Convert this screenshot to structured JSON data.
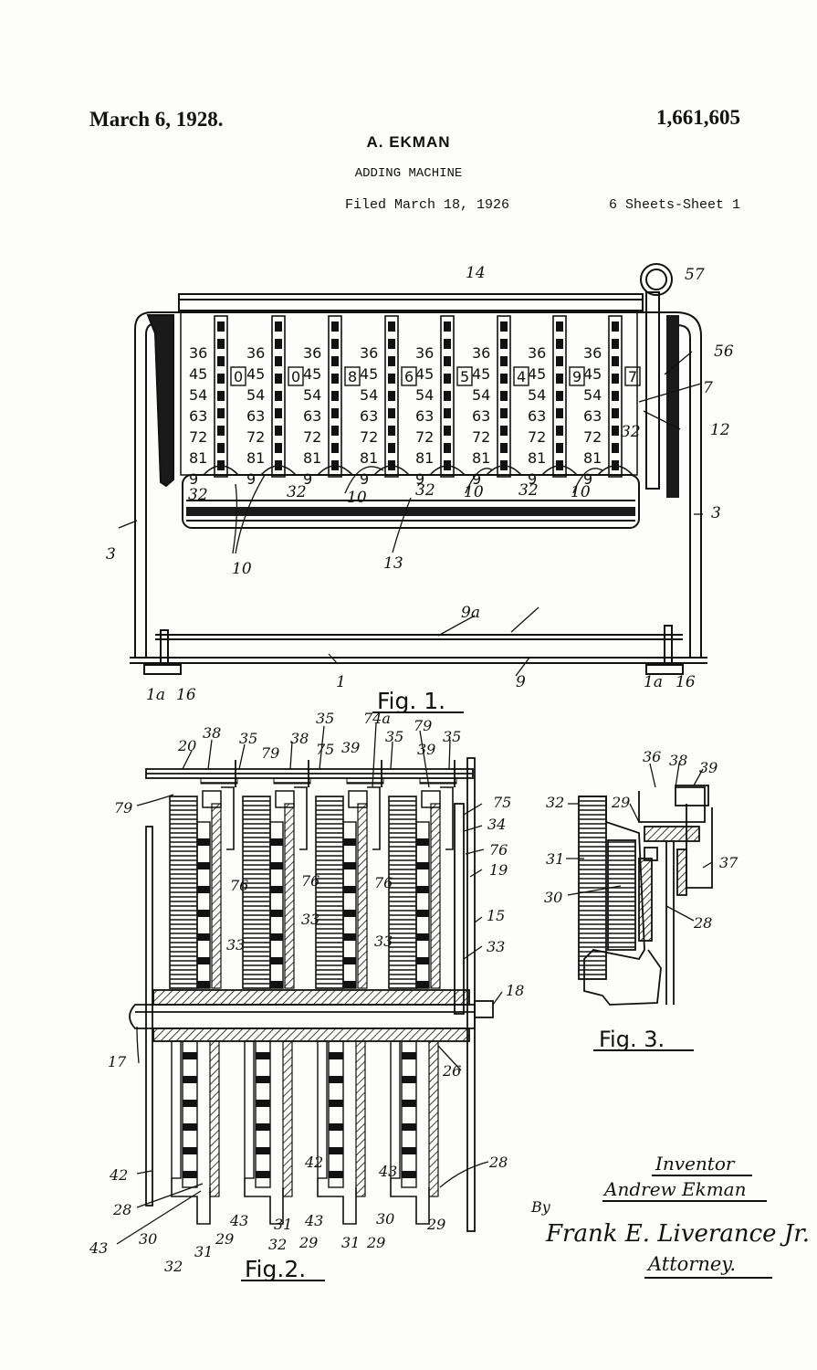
{
  "header": {
    "date": "March 6, 1928.",
    "patent_number": "1,661,605",
    "inventor": "A. EKMAN",
    "title": "ADDING MACHINE",
    "filed": "Filed March 18, 1926",
    "sheets": "6 Sheets-Sheet 1"
  },
  "figures": {
    "fig1_caption": "Fig. 1.",
    "fig2_caption": "Fig.2.",
    "fig3_caption": "Fig. 3."
  },
  "fig1": {
    "ref": {
      "r14": "14",
      "r57": "57",
      "r56": "56",
      "r7": "7",
      "r12": "12",
      "r3l": "3",
      "r3r": "3",
      "r10a": "10",
      "r10b": "10",
      "r10c": "10",
      "r10d": "10",
      "r13": "13",
      "r9a": "9a",
      "r9": "9",
      "r1": "1",
      "r1al": "1a",
      "r16l": "16",
      "r1ar": "1a",
      "r16r": "16",
      "r32a": "32",
      "r32b": "32",
      "r32c": "32",
      "r32d": "32",
      "r32e": "32"
    },
    "digits": [
      "0",
      "0",
      "8",
      "6",
      "5",
      "4",
      "9",
      "7"
    ]
  },
  "fig2": {
    "ref": {
      "r20": "20",
      "r38a": "38",
      "r35a": "35",
      "r35b": "35",
      "r38b": "38",
      "r74a": "74a",
      "r35c": "35",
      "r79a": "79",
      "r35d": "35",
      "r79b": "79",
      "r75a": "75",
      "r39a": "39",
      "r39b": "39",
      "r79c": "79",
      "r75b": "75",
      "r34": "34",
      "r76r": "76",
      "r19": "19",
      "r15": "15",
      "r33r": "33",
      "r18": "18",
      "r17": "17",
      "r26": "26",
      "r28a": "28",
      "r42a": "42",
      "r28b": "28",
      "r43a": "43",
      "r30a": "30",
      "r32f": "32",
      "r31a": "31",
      "r29a": "29",
      "r43b": "43",
      "r32g": "32",
      "r29b": "29",
      "r43c": "43",
      "r31b": "31",
      "r29c": "29",
      "r30b": "30",
      "r29d": "29",
      "r42b": "42",
      "r43d": "43",
      "r33a": "33",
      "r33b": "33",
      "r33c": "33",
      "r76a": "76",
      "r76b": "76",
      "r76c": "76",
      "r31c": "31"
    }
  },
  "fig3": {
    "ref": {
      "r36": "36",
      "r38": "38",
      "r39": "39",
      "r32": "32",
      "r29": "29",
      "r31": "31",
      "r37": "37",
      "r30": "30",
      "r28": "28"
    }
  },
  "signatures": {
    "inventor_label": "Inventor",
    "inventor_name": "Andrew Ekman",
    "by": "By",
    "attorney_name": "Frank E. Liverance Jr.",
    "attorney_label": "Attorney."
  }
}
